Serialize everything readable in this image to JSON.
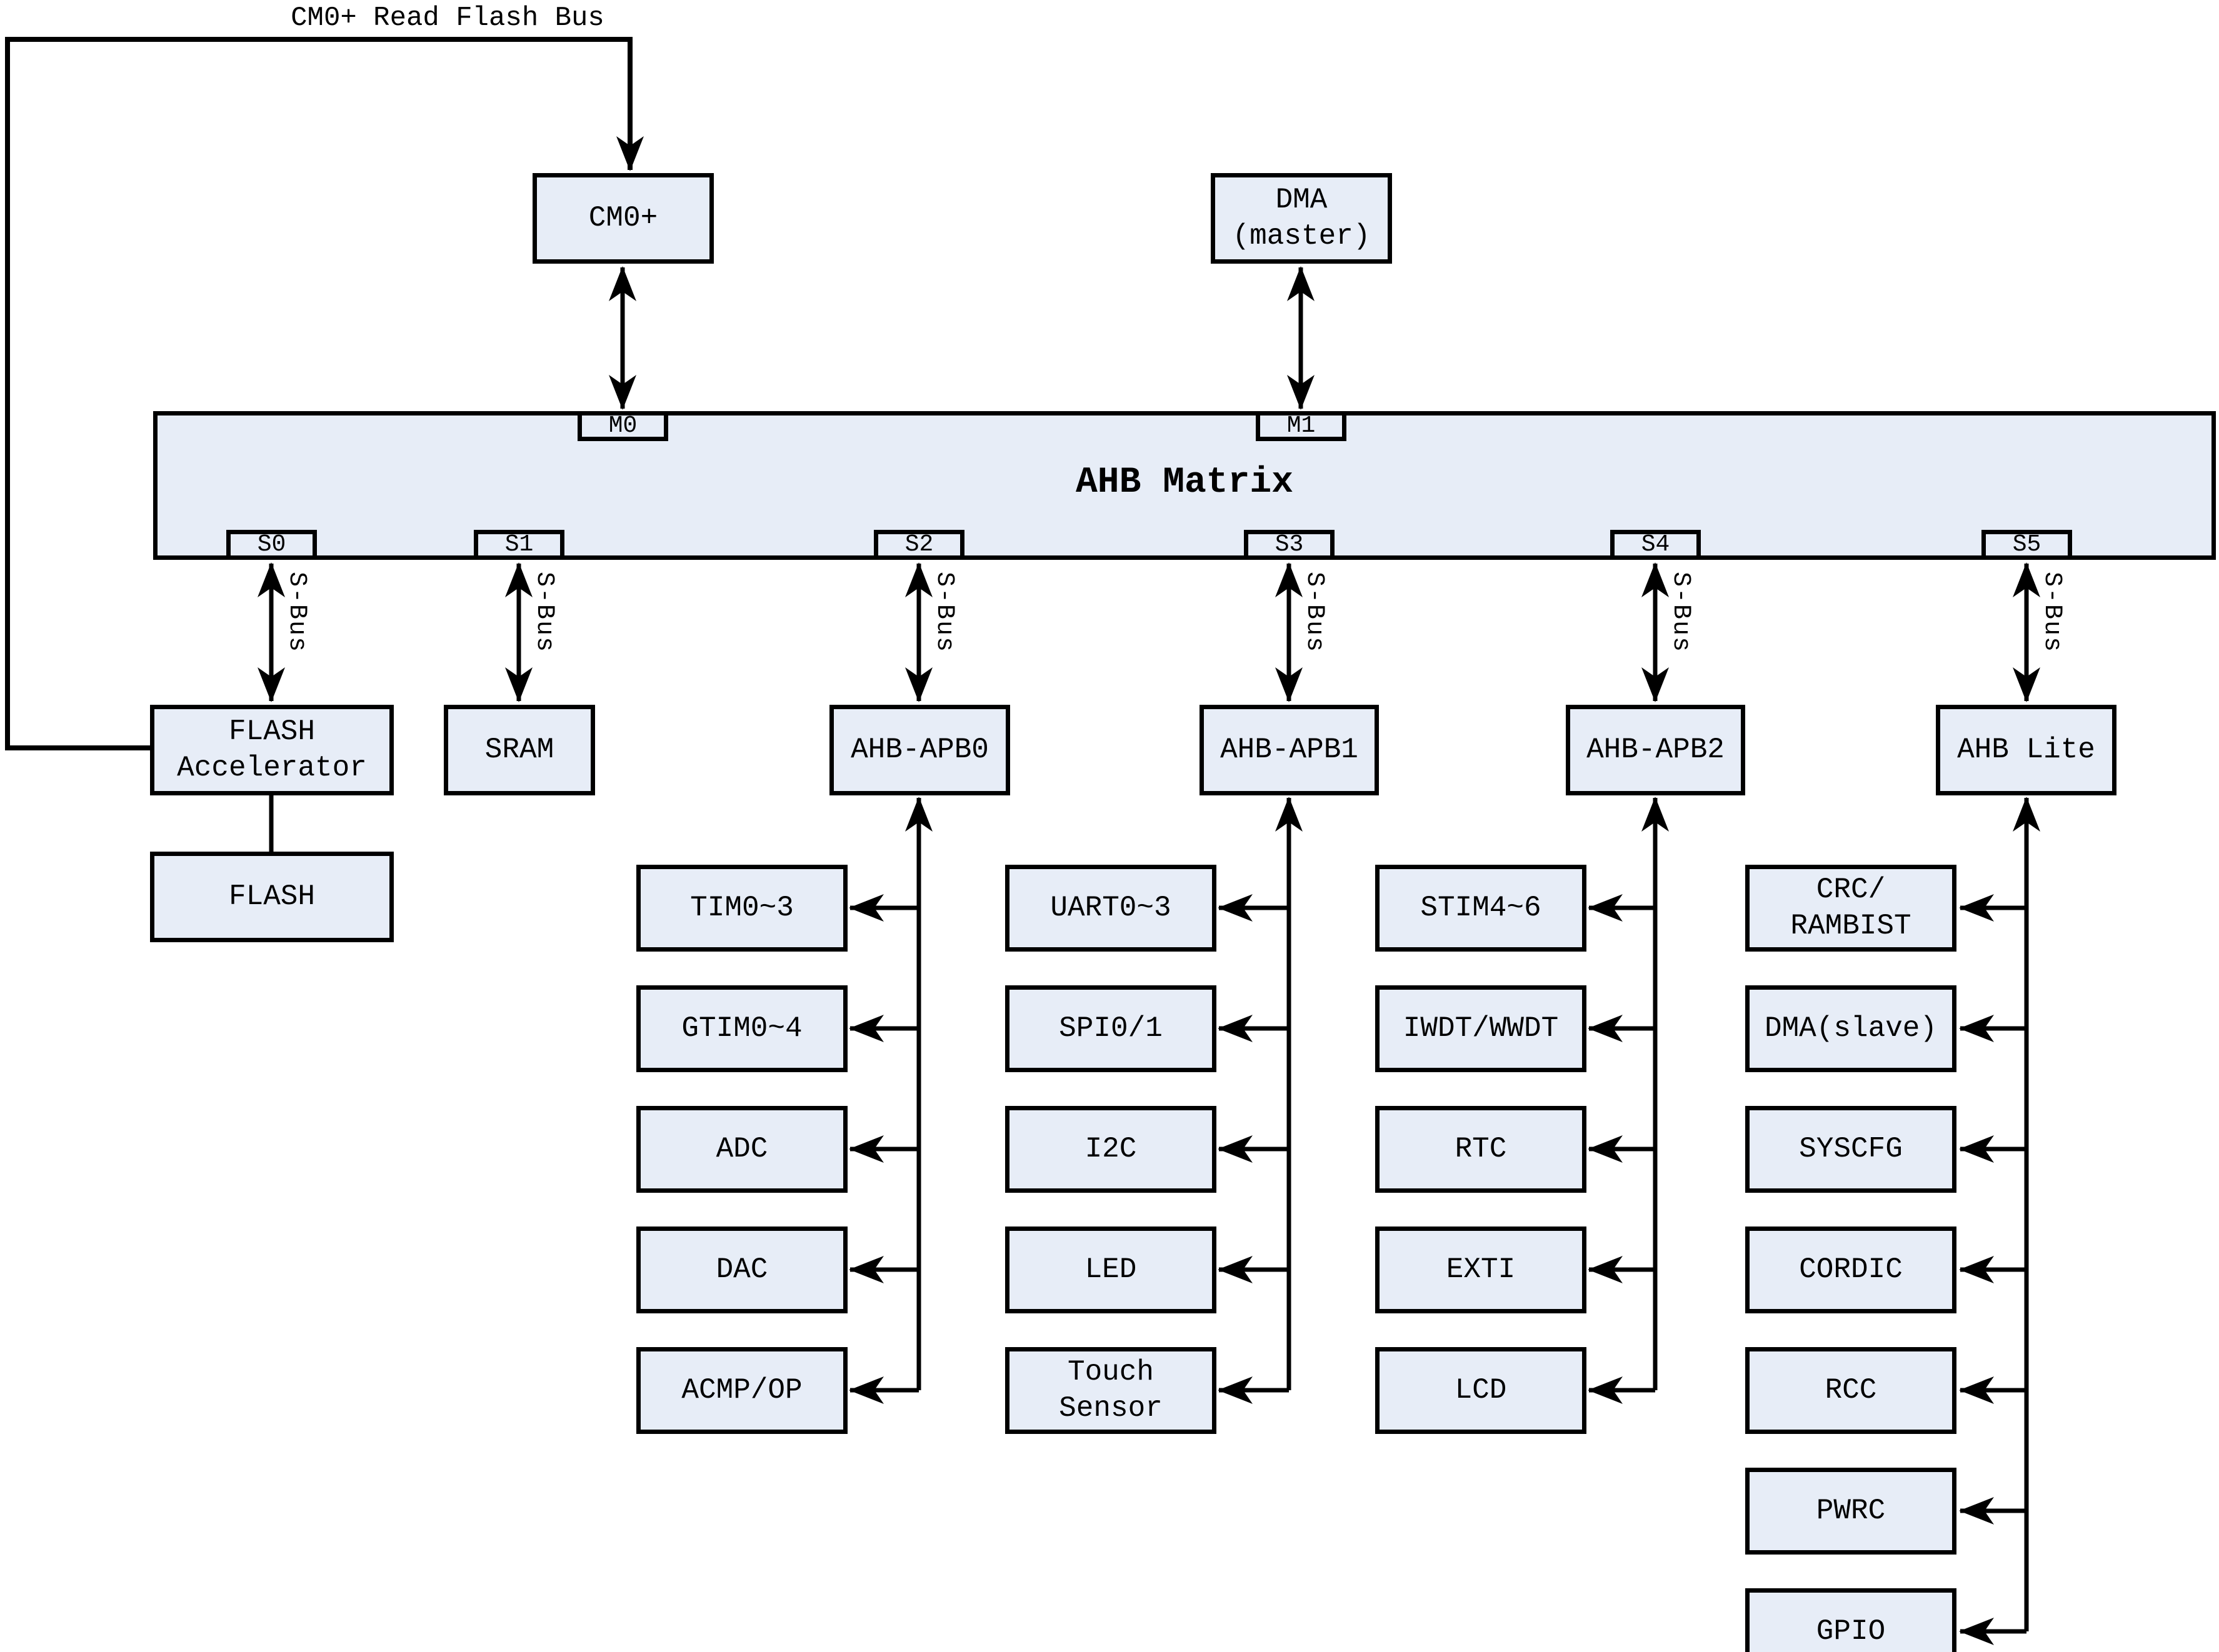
{
  "labels": {
    "top_bus": "CM0+ Read Flash Bus",
    "sbus": "S-Bus"
  },
  "colors": {
    "box_fill": "#e7edf7",
    "line": "#000000",
    "background": "#ffffff"
  },
  "masters": [
    {
      "label": "CM0+"
    },
    {
      "label": "DMA\n(master)"
    }
  ],
  "matrix": {
    "title": "AHB Matrix",
    "master_ports": [
      "M0",
      "M1"
    ],
    "slave_ports": [
      "S0",
      "S1",
      "S2",
      "S3",
      "S4",
      "S5"
    ]
  },
  "bridges": [
    {
      "label": "FLASH\nAccelerator"
    },
    {
      "label": "SRAM"
    },
    {
      "label": "AHB-APB0"
    },
    {
      "label": "AHB-APB1"
    },
    {
      "label": "AHB-APB2"
    },
    {
      "label": "AHB Lite"
    }
  ],
  "memory": {
    "flash_label": "FLASH"
  },
  "peripheral_columns": [
    {
      "bridge": "AHB-APB0",
      "items": [
        "TIM0~3",
        "GTIM0~4",
        "ADC",
        "DAC",
        "ACMP/OP"
      ]
    },
    {
      "bridge": "AHB-APB1",
      "items": [
        "UART0~3",
        "SPI0/1",
        "I2C",
        "LED",
        "Touch\nSensor"
      ]
    },
    {
      "bridge": "AHB-APB2",
      "items": [
        "STIM4~6",
        "IWDT/WWDT",
        "RTC",
        "EXTI",
        "LCD"
      ]
    },
    {
      "bridge": "AHB Lite",
      "items": [
        "CRC/\nRAMBIST",
        "DMA(slave)",
        "SYSCFG",
        "CORDIC",
        "RCC",
        "PWRC",
        "GPIO"
      ]
    }
  ]
}
